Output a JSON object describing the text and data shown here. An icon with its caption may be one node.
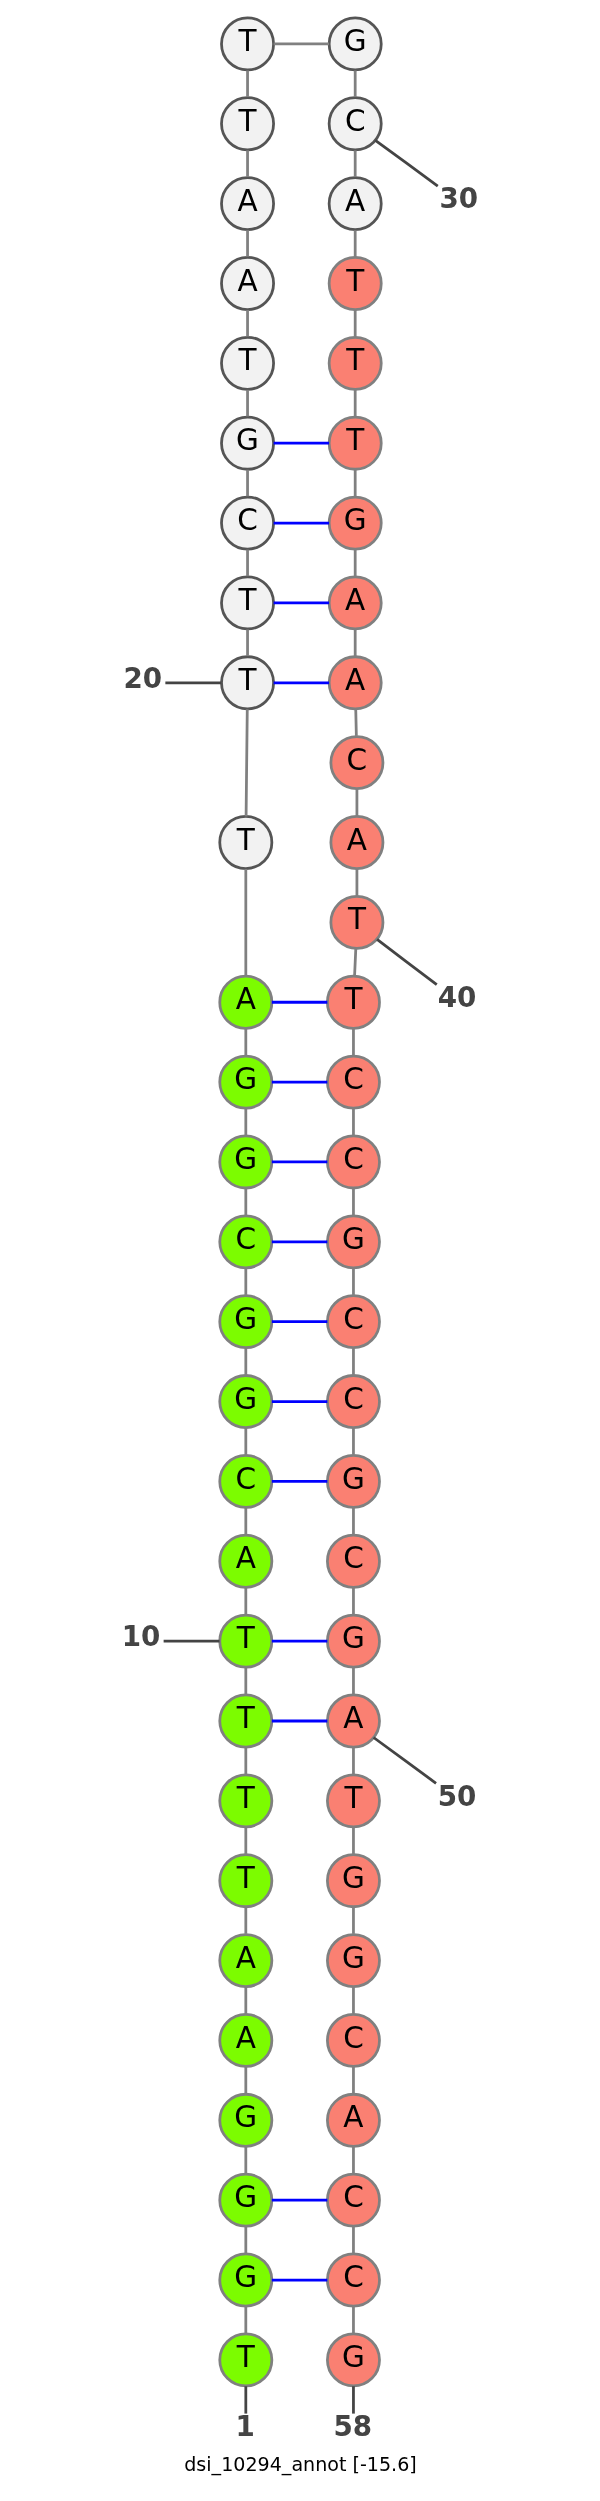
{
  "diagram": {
    "caption": "dsi_10294_annot [-15.6]",
    "nodes": [
      {
        "text": [
          "T"
        ]
      },
      {
        "text": [
          "G"
        ]
      },
      {
        "text": [
          "G"
        ]
      },
      {
        "text": [
          "G"
        ]
      },
      {
        "text": [
          "A"
        ]
      },
      {
        "text": [
          "A"
        ]
      },
      {
        "text": [
          "T"
        ]
      },
      {
        "text": [
          "T"
        ]
      },
      {
        "text": [
          "T"
        ]
      },
      {
        "text": [
          "T"
        ]
      },
      {
        "text": [
          "A"
        ]
      },
      {
        "text": [
          "C"
        ]
      },
      {
        "text": [
          "G"
        ]
      },
      {
        "text": [
          "G"
        ]
      },
      {
        "text": [
          "C"
        ]
      },
      {
        "text": [
          "G"
        ]
      },
      {
        "text": [
          "G"
        ]
      },
      {
        "text": [
          "A"
        ]
      },
      {
        "text": [
          "T"
        ]
      },
      {
        "text": [
          "T"
        ]
      },
      {
        "text": [
          "T"
        ]
      },
      {
        "text": [
          "C"
        ]
      },
      {
        "text": [
          "G"
        ]
      },
      {
        "text": [
          "T"
        ]
      },
      {
        "text": [
          "A"
        ]
      },
      {
        "text": [
          "A"
        ]
      },
      {
        "text": [
          "T"
        ]
      },
      {
        "text": [
          "T"
        ]
      },
      {
        "text": [
          "G"
        ]
      },
      {
        "text": [
          "C"
        ]
      },
      {
        "text": [
          "A"
        ]
      },
      {
        "text": [
          "T"
        ]
      },
      {
        "text": [
          "T"
        ]
      },
      {
        "text": [
          "T"
        ]
      },
      {
        "text": [
          "G"
        ]
      },
      {
        "text": [
          "A"
        ]
      },
      {
        "text": [
          "A"
        ]
      },
      {
        "text": [
          "C"
        ]
      },
      {
        "text": [
          "A"
        ]
      },
      {
        "text": [
          "T"
        ]
      },
      {
        "text": [
          "T"
        ]
      },
      {
        "text": [
          "C"
        ]
      },
      {
        "text": [
          "C"
        ]
      },
      {
        "text": [
          "G"
        ]
      },
      {
        "text": [
          "C"
        ]
      },
      {
        "text": [
          "C"
        ]
      },
      {
        "text": [
          "G"
        ]
      },
      {
        "text": [
          "C"
        ]
      },
      {
        "text": [
          "G"
        ]
      },
      {
        "text": [
          "A"
        ]
      },
      {
        "text": [
          "T"
        ]
      },
      {
        "text": [
          "G"
        ]
      },
      {
        "text": [
          "G"
        ]
      },
      {
        "text": [
          "C"
        ]
      },
      {
        "text": [
          "A"
        ]
      },
      {
        "text": [
          "C"
        ]
      },
      {
        "text": [
          "C"
        ]
      },
      {
        "text": [
          "G"
        ]
      },
      {
        "text": [
          "1"
        ]
      },
      {
        "text": [
          "10"
        ]
      },
      {
        "text": [
          "20"
        ]
      },
      {
        "text": [
          "30"
        ]
      },
      {
        "text": [
          "40"
        ]
      },
      {
        "text": [
          "50"
        ]
      },
      {
        "text": [
          "58"
        ]
      }
    ],
    "edges": [
      {
        "from": 0,
        "to": 1,
        "arrow": "none"
      },
      {
        "from": 1,
        "to": 2,
        "arrow": "none"
      },
      {
        "from": 2,
        "to": 3,
        "arrow": "none"
      },
      {
        "from": 3,
        "to": 4,
        "arrow": "none"
      },
      {
        "from": 4,
        "to": 5,
        "arrow": "none"
      },
      {
        "from": 5,
        "to": 6,
        "arrow": "none"
      },
      {
        "from": 6,
        "to": 7,
        "arrow": "none"
      },
      {
        "from": 7,
        "to": 8,
        "arrow": "none"
      },
      {
        "from": 8,
        "to": 9,
        "arrow": "none"
      },
      {
        "from": 9,
        "to": 10,
        "arrow": "none"
      },
      {
        "from": 10,
        "to": 11,
        "arrow": "none"
      },
      {
        "from": 11,
        "to": 12,
        "arrow": "none"
      },
      {
        "from": 12,
        "to": 13,
        "arrow": "none"
      },
      {
        "from": 13,
        "to": 14,
        "arrow": "none"
      },
      {
        "from": 14,
        "to": 15,
        "arrow": "none"
      },
      {
        "from": 15,
        "to": 16,
        "arrow": "none"
      },
      {
        "from": 16,
        "to": 17,
        "arrow": "none"
      },
      {
        "from": 17,
        "to": 18,
        "arrow": "none"
      },
      {
        "from": 18,
        "to": 19,
        "arrow": "none"
      },
      {
        "from": 19,
        "to": 20,
        "arrow": "none"
      },
      {
        "from": 20,
        "to": 21,
        "arrow": "none"
      },
      {
        "from": 21,
        "to": 22,
        "arrow": "none"
      },
      {
        "from": 22,
        "to": 23,
        "arrow": "none"
      },
      {
        "from": 23,
        "to": 24,
        "arrow": "none"
      },
      {
        "from": 24,
        "to": 25,
        "arrow": "none"
      },
      {
        "from": 25,
        "to": 26,
        "arrow": "none"
      },
      {
        "from": 26,
        "to": 27,
        "arrow": "none"
      },
      {
        "from": 27,
        "to": 28,
        "arrow": "none"
      },
      {
        "from": 29,
        "to": 28,
        "arrow": "none"
      },
      {
        "from": 30,
        "to": 29,
        "arrow": "none"
      },
      {
        "from": 31,
        "to": 30,
        "arrow": "none"
      },
      {
        "from": 32,
        "to": 31,
        "arrow": "none"
      },
      {
        "from": 33,
        "to": 32,
        "arrow": "none"
      },
      {
        "from": 34,
        "to": 33,
        "arrow": "none"
      },
      {
        "from": 35,
        "to": 34,
        "arrow": "none"
      },
      {
        "from": 36,
        "to": 35,
        "arrow": "none"
      },
      {
        "from": 37,
        "to": 36,
        "arrow": "none"
      },
      {
        "from": 38,
        "to": 37,
        "arrow": "none"
      },
      {
        "from": 39,
        "to": 38,
        "arrow": "none"
      },
      {
        "from": 40,
        "to": 39,
        "arrow": "none"
      },
      {
        "from": 41,
        "to": 40,
        "arrow": "none"
      },
      {
        "from": 42,
        "to": 41,
        "arrow": "none"
      },
      {
        "from": 43,
        "to": 42,
        "arrow": "none"
      },
      {
        "from": 44,
        "to": 43,
        "arrow": "none"
      },
      {
        "from": 45,
        "to": 44,
        "arrow": "none"
      },
      {
        "from": 46,
        "to": 45,
        "arrow": "none"
      },
      {
        "from": 47,
        "to": 46,
        "arrow": "none"
      },
      {
        "from": 48,
        "to": 47,
        "arrow": "none"
      },
      {
        "from": 49,
        "to": 48,
        "arrow": "none"
      },
      {
        "from": 50,
        "to": 49,
        "arrow": "none"
      },
      {
        "from": 51,
        "to": 50,
        "arrow": "none"
      },
      {
        "from": 52,
        "to": 51,
        "arrow": "none"
      },
      {
        "from": 53,
        "to": 52,
        "arrow": "none"
      },
      {
        "from": 54,
        "to": 53,
        "arrow": "none"
      },
      {
        "from": 55,
        "to": 54,
        "arrow": "none"
      },
      {
        "from": 56,
        "to": 55,
        "arrow": "none"
      },
      {
        "from": 57,
        "to": 56,
        "arrow": "none"
      },
      {
        "from": 1,
        "to": 56,
        "arrow": "none",
        "color": "#0000ff"
      },
      {
        "from": 2,
        "to": 55,
        "arrow": "none",
        "color": "#0000ff"
      },
      {
        "from": 8,
        "to": 49,
        "arrow": "none",
        "color": "#0000ff"
      },
      {
        "from": 9,
        "to": 48,
        "arrow": "none",
        "color": "#0000ff"
      },
      {
        "from": 11,
        "to": 46,
        "arrow": "none",
        "color": "#0000ff"
      },
      {
        "from": 12,
        "to": 45,
        "arrow": "none",
        "color": "#0000ff"
      },
      {
        "from": 13,
        "to": 44,
        "arrow": "none",
        "color": "#0000ff"
      },
      {
        "from": 14,
        "to": 43,
        "arrow": "none",
        "color": "#0000ff"
      },
      {
        "from": 15,
        "to": 42,
        "arrow": "none",
        "color": "#0000ff"
      },
      {
        "from": 16,
        "to": 41,
        "arrow": "none",
        "color": "#0000ff"
      },
      {
        "from": 17,
        "to": 40,
        "arrow": "none",
        "color": "#0000ff"
      },
      {
        "from": 19,
        "to": 36,
        "arrow": "none",
        "color": "#0000ff"
      },
      {
        "from": 20,
        "to": 35,
        "arrow": "none",
        "color": "#0000ff"
      },
      {
        "from": 21,
        "to": 34,
        "arrow": "none",
        "color": "#0000ff"
      },
      {
        "from": 22,
        "to": 33,
        "arrow": "none",
        "color": "#0000ff"
      },
      {
        "from": 58,
        "to": 0,
        "arrow": "none",
        "color": "#444444"
      },
      {
        "from": 59,
        "to": 9,
        "arrow": "none",
        "color": "#444444"
      },
      {
        "from": 60,
        "to": 19,
        "arrow": "none",
        "color": "#444444"
      },
      {
        "from": 61,
        "to": 29,
        "arrow": "none",
        "color": "#444444"
      },
      {
        "from": 62,
        "to": 39,
        "arrow": "none",
        "color": "#444444"
      },
      {
        "from": 63,
        "to": 49,
        "arrow": "none",
        "color": "#444444"
      },
      {
        "from": 64,
        "to": 57,
        "arrow": "none",
        "color": "#444444"
      }
    ]
  }
}
